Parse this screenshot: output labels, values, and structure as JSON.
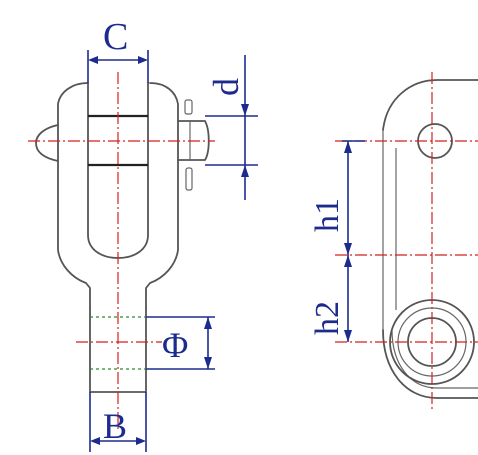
{
  "dimensions": {
    "C": "C",
    "d": "d",
    "h1": "h1",
    "h2": "h2",
    "phi": "Φ",
    "B": "B"
  },
  "colors": {
    "outline": "#555555",
    "center_line": "#d42020",
    "hidden_line": "#2c8a2c",
    "dimension": "#1d2b8f"
  }
}
